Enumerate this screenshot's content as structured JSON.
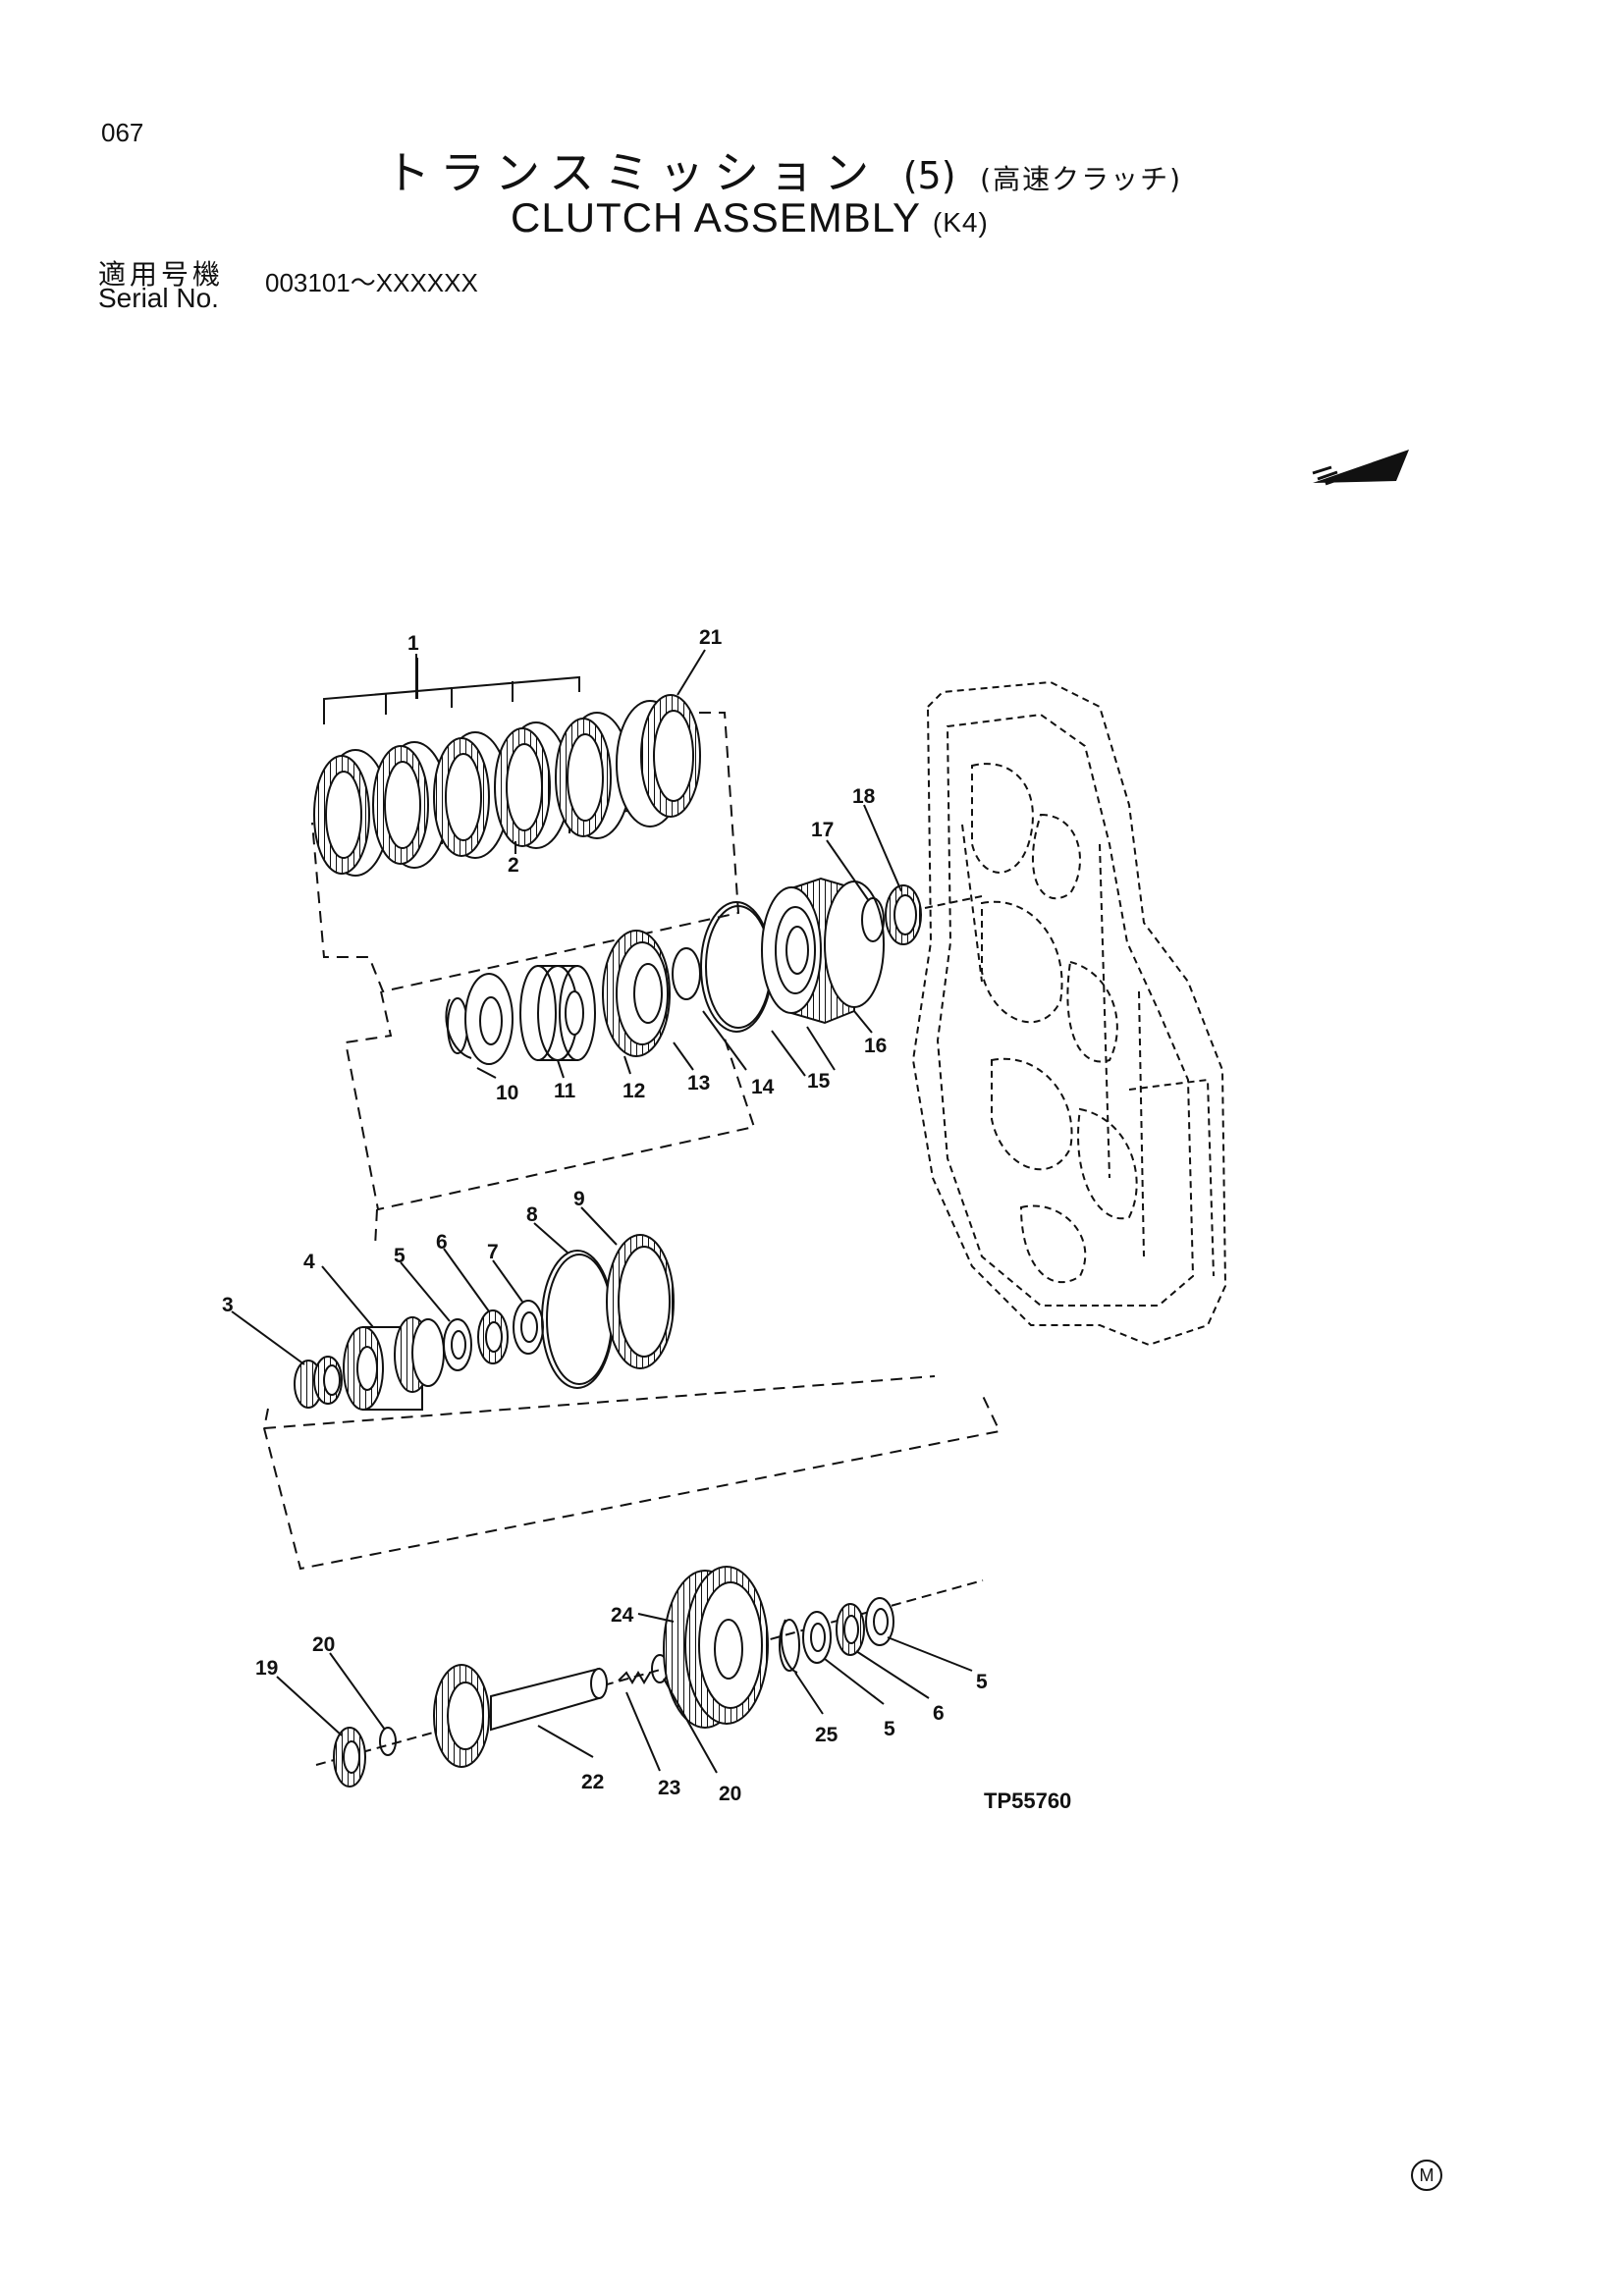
{
  "header": {
    "page_number": "067",
    "title_jp_main": "トランスミッション",
    "title_jp_paren": "(5)",
    "title_jp_sub": "(高速クラッチ)",
    "title_en_main": "CLUTCH ASSEMBLY",
    "title_en_sub": "(K4)",
    "serial_label_jp": "適用号機",
    "serial_label_en": "Serial No.",
    "serial_range": "003101～XXXXXX"
  },
  "diagram": {
    "reference_code": "TP55760",
    "direction_arrow_icon": "front-direction-arrow-icon",
    "callouts": [
      "1",
      "21",
      "2",
      "17",
      "18",
      "16",
      "10",
      "11",
      "12",
      "13",
      "14",
      "15",
      "3",
      "4",
      "5",
      "6",
      "7",
      "8",
      "9",
      "19",
      "20",
      "22",
      "23",
      "20",
      "24",
      "25",
      "5",
      "6",
      "5"
    ]
  },
  "footer": {
    "mark": "M"
  },
  "colors": {
    "ink": "#111111",
    "paper": "#ffffff"
  }
}
